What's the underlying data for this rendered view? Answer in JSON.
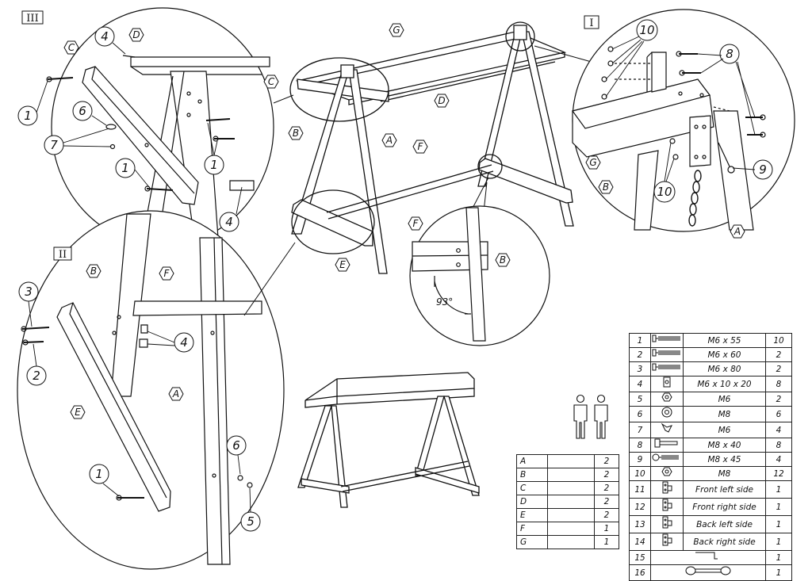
{
  "views": {
    "detail_I": "I",
    "detail_II": "II",
    "detail_III": "III",
    "angle": "93°"
  },
  "part_labels": {
    "A": "A",
    "B": "B",
    "C": "C",
    "D": "D",
    "E": "E",
    "F": "F",
    "G": "G"
  },
  "callouts": {
    "n1": "1",
    "n2": "2",
    "n3": "3",
    "n4": "4",
    "n5": "5",
    "n6": "6",
    "n7": "7",
    "n8": "8",
    "n9": "9",
    "n10": "10"
  },
  "parts_table": [
    {
      "part": "A",
      "qty": "2"
    },
    {
      "part": "B",
      "qty": "2"
    },
    {
      "part": "C",
      "qty": "2"
    },
    {
      "part": "D",
      "qty": "2"
    },
    {
      "part": "E",
      "qty": "2"
    },
    {
      "part": "F",
      "qty": "1"
    },
    {
      "part": "G",
      "qty": "1"
    }
  ],
  "hardware_table": [
    {
      "no": "1",
      "icon": "bolt-long-icon",
      "spec": "M6 x 55",
      "qty": "10"
    },
    {
      "no": "2",
      "icon": "bolt-long-icon",
      "spec": "M6 x 60",
      "qty": "2"
    },
    {
      "no": "3",
      "icon": "bolt-long-icon",
      "spec": "M6 x 80",
      "qty": "2"
    },
    {
      "no": "4",
      "icon": "insert-nut-icon",
      "spec": "M6 x 10 x 20",
      "qty": "8"
    },
    {
      "no": "5",
      "icon": "nut-icon",
      "spec": "M6",
      "qty": "2"
    },
    {
      "no": "6",
      "icon": "washer-icon",
      "spec": "M8",
      "qty": "6"
    },
    {
      "no": "7",
      "icon": "wing-nut-icon",
      "spec": "M6",
      "qty": "4"
    },
    {
      "no": "8",
      "icon": "bolt-icon",
      "spec": "M8 x 40",
      "qty": "8"
    },
    {
      "no": "9",
      "icon": "eye-bolt-icon",
      "spec": "M8 x 45",
      "qty": "4"
    },
    {
      "no": "10",
      "icon": "nut-icon",
      "spec": "M8",
      "qty": "12"
    },
    {
      "no": "11",
      "icon": "bracket-icon",
      "spec": "Front left side",
      "qty": "1"
    },
    {
      "no": "12",
      "icon": "bracket-icon",
      "spec": "Front right side",
      "qty": "1"
    },
    {
      "no": "13",
      "icon": "bracket-icon",
      "spec": "Back left side",
      "qty": "1"
    },
    {
      "no": "14",
      "icon": "bracket-icon",
      "spec": "Back right side",
      "qty": "1"
    },
    {
      "no": "15",
      "icon": "hex-key-icon",
      "spec": "",
      "qty": "1"
    },
    {
      "no": "16",
      "icon": "wrench-icon",
      "spec": "",
      "qty": "1"
    }
  ]
}
